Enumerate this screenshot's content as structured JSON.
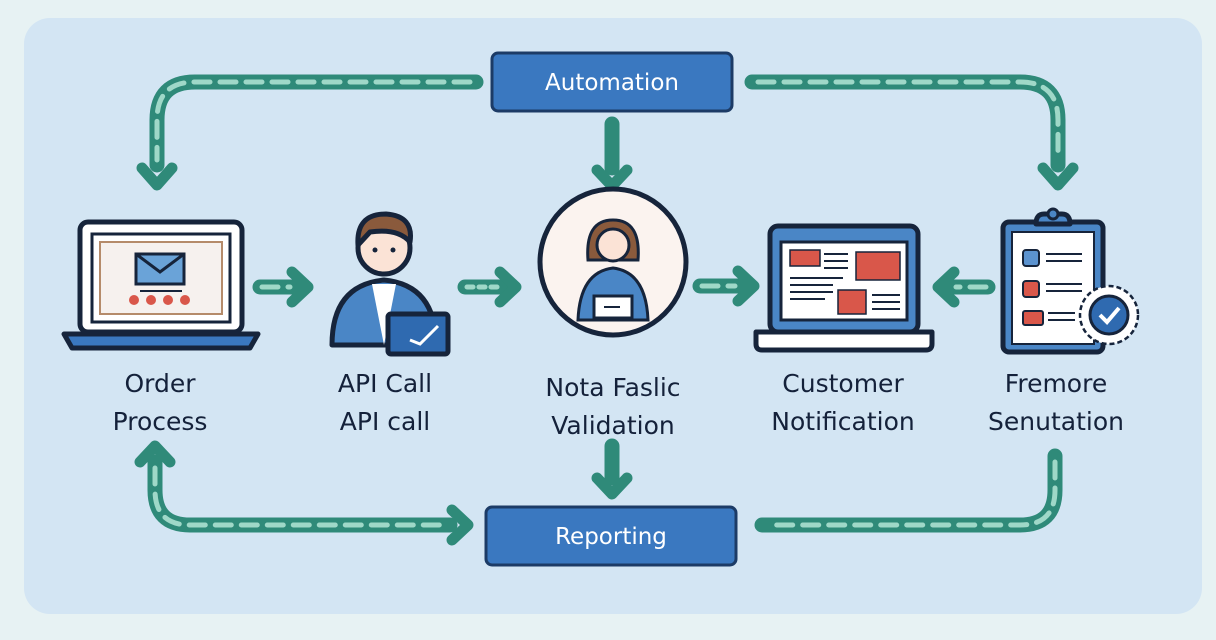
{
  "boxes": {
    "automation": "Automation",
    "reporting": "Reporting"
  },
  "nodes": [
    {
      "line1": "Order",
      "line2": "Process",
      "icon": "laptop-email-icon"
    },
    {
      "line1": "API Call",
      "line2": "API call",
      "icon": "person-tablet-icon"
    },
    {
      "line1": "Nota Faslic",
      "line2": "Validation",
      "icon": "person-circle-icon"
    },
    {
      "line1": "Customer",
      "line2": "Notification",
      "icon": "laptop-dashboard-icon"
    },
    {
      "line1": "Fremore",
      "line2": "Senutation",
      "icon": "clipboard-check-icon"
    }
  ],
  "colors": {
    "panel": "#d3e5f3",
    "arrow": "#2f8a79",
    "box": "#3a78c0",
    "outline": "#16243b",
    "accent_red": "#d9574a"
  }
}
